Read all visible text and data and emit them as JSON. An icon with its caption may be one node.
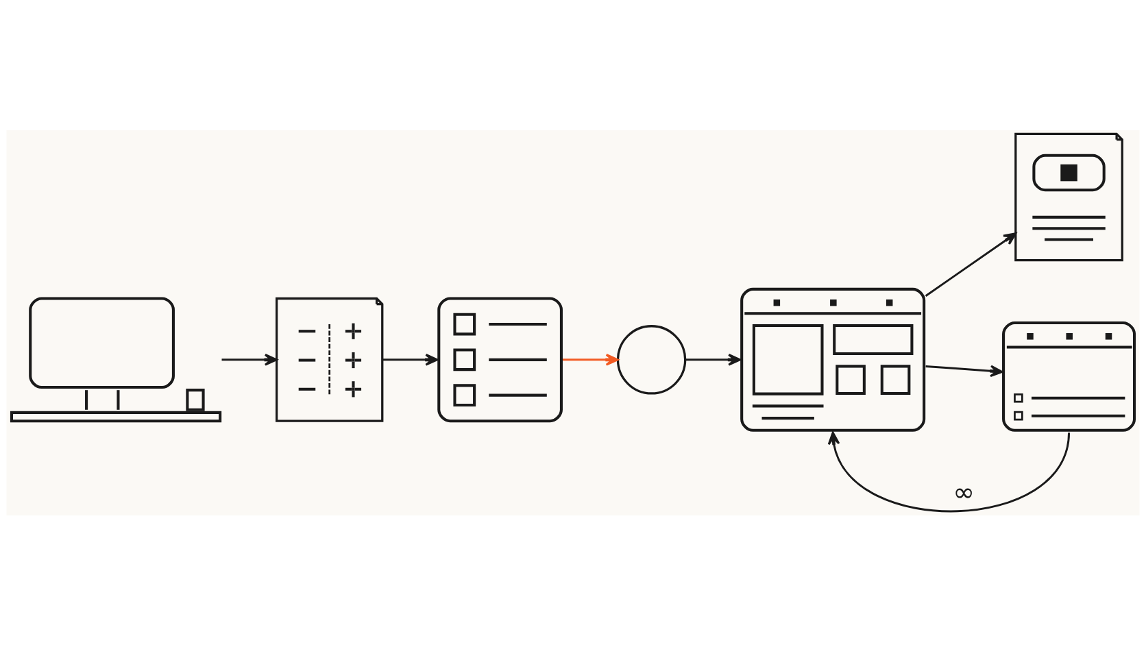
{
  "diagram": {
    "nodes": [
      {
        "text": [],
        "shape": "picture"
      },
      {
        "text": [],
        "shape": "picture"
      },
      {
        "text": [],
        "shape": "picture"
      },
      {
        "text": [],
        "shape": "circle"
      },
      {
        "text": [],
        "shape": "picture"
      },
      {
        "text": [],
        "shape": "picture"
      },
      {
        "text": [],
        "shape": "picture"
      }
    ],
    "edges": [
      {
        "from": 0,
        "to": 1,
        "arrow": "to"
      },
      {
        "from": 1,
        "to": 2,
        "arrow": "to"
      },
      {
        "from": 2,
        "to": 3,
        "arrow": "to",
        "color": "#f25a22"
      },
      {
        "from": 3,
        "to": 4,
        "arrow": "to"
      },
      {
        "from": 4,
        "to": 5,
        "arrow": "to"
      },
      {
        "from": 4,
        "to": 6,
        "arrow": "to"
      },
      {
        "from": 6,
        "to": 4,
        "arrow": "to",
        "label": "∞"
      }
    ]
  }
}
